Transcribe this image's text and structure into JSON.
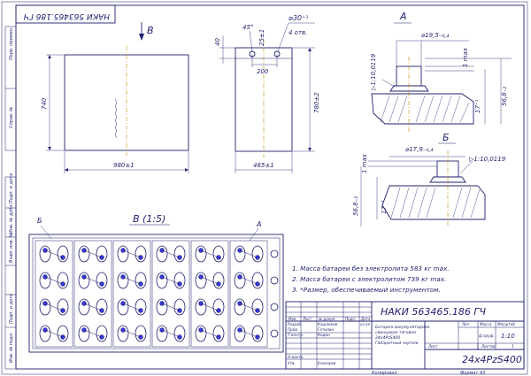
{
  "drawing_code_top": "НАКИ 563465.186 ГЧ",
  "side_block": {
    "labels": [
      "Перв. примен.",
      "Справ. №",
      "Подп. и дата",
      "Инв. № дубл.",
      "Взам. инв. №",
      "Подп. и дата",
      "Инв. № подл."
    ]
  },
  "view_arrow": "В",
  "dims": {
    "height_left": "740",
    "width_front": "980±1",
    "side_40": "40",
    "side_angle": "45°",
    "side_25": "25±1",
    "hole": "⌀30⁺¹",
    "holes_count": "4 отв.",
    "side_200": "200",
    "side_height": "780±2",
    "side_width": "465±1"
  },
  "detail_a": {
    "title": "А",
    "dia": "⌀19,5₋₀,₄",
    "cone": "▷1:10,0119",
    "max": "1 max",
    "h17": "17⁻¹",
    "h56": "56,8₋₂"
  },
  "detail_b": {
    "title": "Б",
    "dia": "⌀17,9₋₀,₄",
    "cone": "▷1:10,0119",
    "max": "1 max",
    "h17": "17⁻¹",
    "h56": "56,8₋₂"
  },
  "plan": {
    "title": "В (1:5)",
    "label_b": "Б",
    "label_a": "А"
  },
  "notes": [
    "1. Масса батареи без электролита 583 кг max.",
    "2. Масса батареи с электролитом 739 кг max.",
    "3. *Размер, обеспечиваемый инструментом."
  ],
  "title_block": {
    "code": "НАКИ 563465.186 ГЧ",
    "name_lines": [
      "Батарея аккумуляторная",
      "свинцовая тяговая",
      "24x4PzS400",
      "Габаритный чертеж"
    ],
    "designation": "24x4PzS400",
    "lit_label": "Лит.",
    "mass_label": "Масса",
    "scale_label": "Масштаб",
    "scale": "1:10",
    "mass": "ф.пруф.",
    "sheet_label": "Лист",
    "sheets_label": "Листов",
    "sheets": "1",
    "header": [
      "Изм.",
      "Лист",
      "№ докум.",
      "Подп.",
      "Дата"
    ],
    "roles": [
      "Разраб.",
      "Пров.",
      "Т.контр.",
      "",
      "Н.контр.",
      "Утв."
    ],
    "names": [
      "Кашляков",
      "Гетилин",
      "Кодин",
      "",
      "",
      "Елизаров"
    ],
    "date": "05.09"
  },
  "footer": {
    "copied": "Копировал",
    "format": "Формат А3"
  }
}
